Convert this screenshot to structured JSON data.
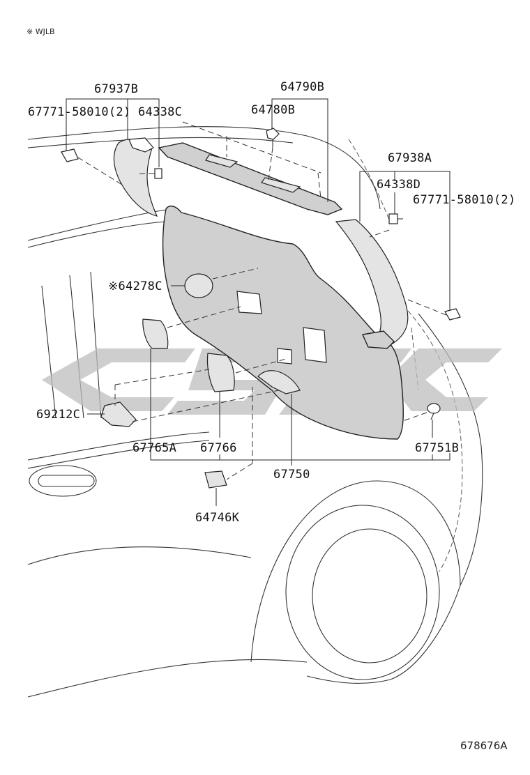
{
  "header": {
    "note": "※ WJLB"
  },
  "labels": {
    "p67937B": "67937B",
    "p67771_left": "67771-58010(2)",
    "p64338C": "64338C",
    "p64790B": "64790B",
    "p64780B": "64780B",
    "p67938A": "67938A",
    "p64338D": "64338D",
    "p67771_right": "67771-58010(2)",
    "p64278C": "※64278C",
    "p69212C": "69212C",
    "p67765A": "67765A",
    "p67766": "67766",
    "p67751B": "67751B",
    "p67750": "67750",
    "p64746K": "64746K"
  },
  "footer": {
    "drawing_id": "678676A"
  }
}
